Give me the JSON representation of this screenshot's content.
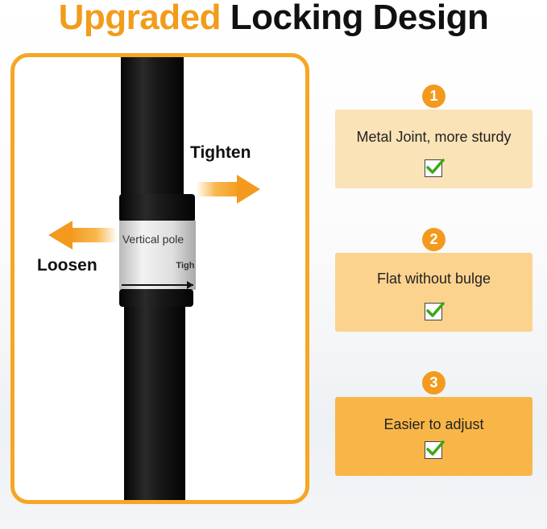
{
  "title": {
    "accent": "Upgraded",
    "rest": "Locking Design"
  },
  "photo": {
    "collar_text_top": "Vertical pole",
    "collar_text_bottom": "Tigh",
    "tighten_label": "Tighten",
    "loosen_label": "Loosen"
  },
  "features": [
    {
      "number": "1",
      "label": "Metal Joint, more sturdy",
      "checked": true
    },
    {
      "number": "2",
      "label": "Flat without bulge",
      "checked": true
    },
    {
      "number": "3",
      "label": "Easier to adjust",
      "checked": true
    }
  ],
  "colors": {
    "accent": "#f29c1b",
    "card_light": "#fbe3b8",
    "card_mid": "#fcd38e",
    "card_strong": "#f9b648",
    "check_green": "#3aa815"
  }
}
